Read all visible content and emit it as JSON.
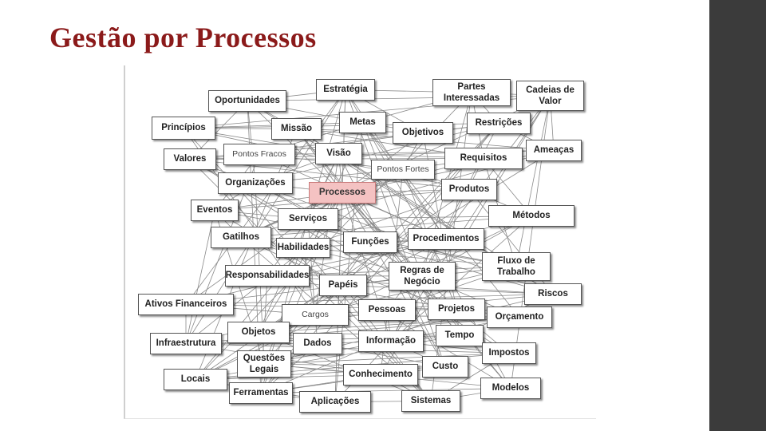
{
  "slide": {
    "title": "Gestão por Processos"
  },
  "diagram": {
    "nodes": [
      {
        "id": "estrategia",
        "label": "Estratégia"
      },
      {
        "id": "partes",
        "label": "Partes\nInteressadas"
      },
      {
        "id": "cadeias",
        "label": "Cadeias de\nValor"
      },
      {
        "id": "oportunidades",
        "label": "Oportunidades"
      },
      {
        "id": "metas",
        "label": "Metas"
      },
      {
        "id": "principios",
        "label": "Princípios"
      },
      {
        "id": "missao",
        "label": "Missão"
      },
      {
        "id": "objetivos",
        "label": "Objetivos"
      },
      {
        "id": "restricoes",
        "label": "Restrições"
      },
      {
        "id": "ameacas",
        "label": "Ameaças"
      },
      {
        "id": "valores",
        "label": "Valores"
      },
      {
        "id": "pontosfracos",
        "label": "Pontos Fracos"
      },
      {
        "id": "visao",
        "label": "Visão"
      },
      {
        "id": "requisitos",
        "label": "Requisitos"
      },
      {
        "id": "pontosfortes",
        "label": "Pontos Fortes"
      },
      {
        "id": "organizacoes",
        "label": "Organizações"
      },
      {
        "id": "processos",
        "label": "Processos"
      },
      {
        "id": "produtos",
        "label": "Produtos"
      },
      {
        "id": "eventos",
        "label": "Eventos"
      },
      {
        "id": "servicos",
        "label": "Serviços"
      },
      {
        "id": "metodos",
        "label": "Métodos"
      },
      {
        "id": "gatilhos",
        "label": "Gatilhos"
      },
      {
        "id": "funcoes",
        "label": "Funções"
      },
      {
        "id": "procedimentos",
        "label": "Procedimentos"
      },
      {
        "id": "habilidades",
        "label": "Habilidades"
      },
      {
        "id": "fluxo",
        "label": "Fluxo de\nTrabalho"
      },
      {
        "id": "responsabilidades",
        "label": "Responsabilidades"
      },
      {
        "id": "regras",
        "label": "Regras de\nNegócio"
      },
      {
        "id": "papeis",
        "label": "Papéis"
      },
      {
        "id": "riscos",
        "label": "Riscos"
      },
      {
        "id": "ativos",
        "label": "Ativos Financeiros"
      },
      {
        "id": "cargos",
        "label": "Cargos"
      },
      {
        "id": "pessoas",
        "label": "Pessoas"
      },
      {
        "id": "projetos",
        "label": "Projetos"
      },
      {
        "id": "orcamento",
        "label": "Orçamento"
      },
      {
        "id": "objetos",
        "label": "Objetos"
      },
      {
        "id": "tempo",
        "label": "Tempo"
      },
      {
        "id": "infraestrutura",
        "label": "Infraestrutura"
      },
      {
        "id": "dados",
        "label": "Dados"
      },
      {
        "id": "informacao",
        "label": "Informação"
      },
      {
        "id": "impostos",
        "label": "Impostos"
      },
      {
        "id": "questoes",
        "label": "Questões\nLegais"
      },
      {
        "id": "custo",
        "label": "Custo"
      },
      {
        "id": "locais",
        "label": "Locais"
      },
      {
        "id": "conhecimento",
        "label": "Conhecimento"
      },
      {
        "id": "ferramentas",
        "label": "Ferramentas"
      },
      {
        "id": "aplicacoes",
        "label": "Aplicações"
      },
      {
        "id": "sistemas",
        "label": "Sistemas"
      },
      {
        "id": "modelos",
        "label": "Modelos"
      }
    ]
  }
}
